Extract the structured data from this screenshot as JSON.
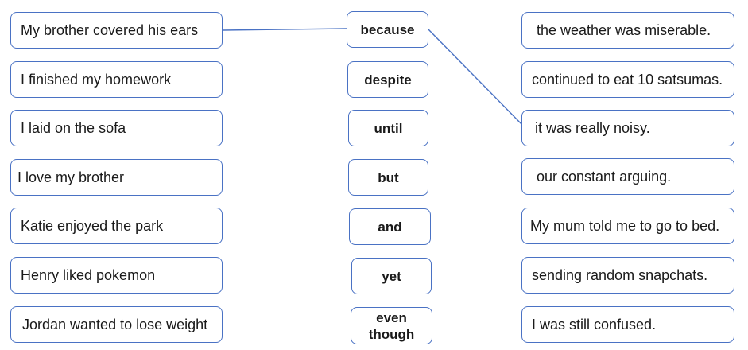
{
  "left_clauses": [
    "My brother covered his ears",
    "I finished my homework",
    "I laid on the sofa",
    "I love my brother",
    "Katie enjoyed the park",
    "Henry liked pokemon",
    "Jordan wanted to lose weight"
  ],
  "connectives": [
    "because",
    "despite",
    "until",
    "but",
    "and",
    "yet",
    "even though"
  ],
  "right_clauses": [
    "the weather was miserable.",
    "continued to eat 10 satsumas.",
    "it was really noisy.",
    "our constant arguing.",
    "My mum told me to go to bed.",
    "sending random snapchats.",
    "I was still confused."
  ],
  "colors": {
    "border": "#4a72c4",
    "line": "#4a72c4"
  }
}
